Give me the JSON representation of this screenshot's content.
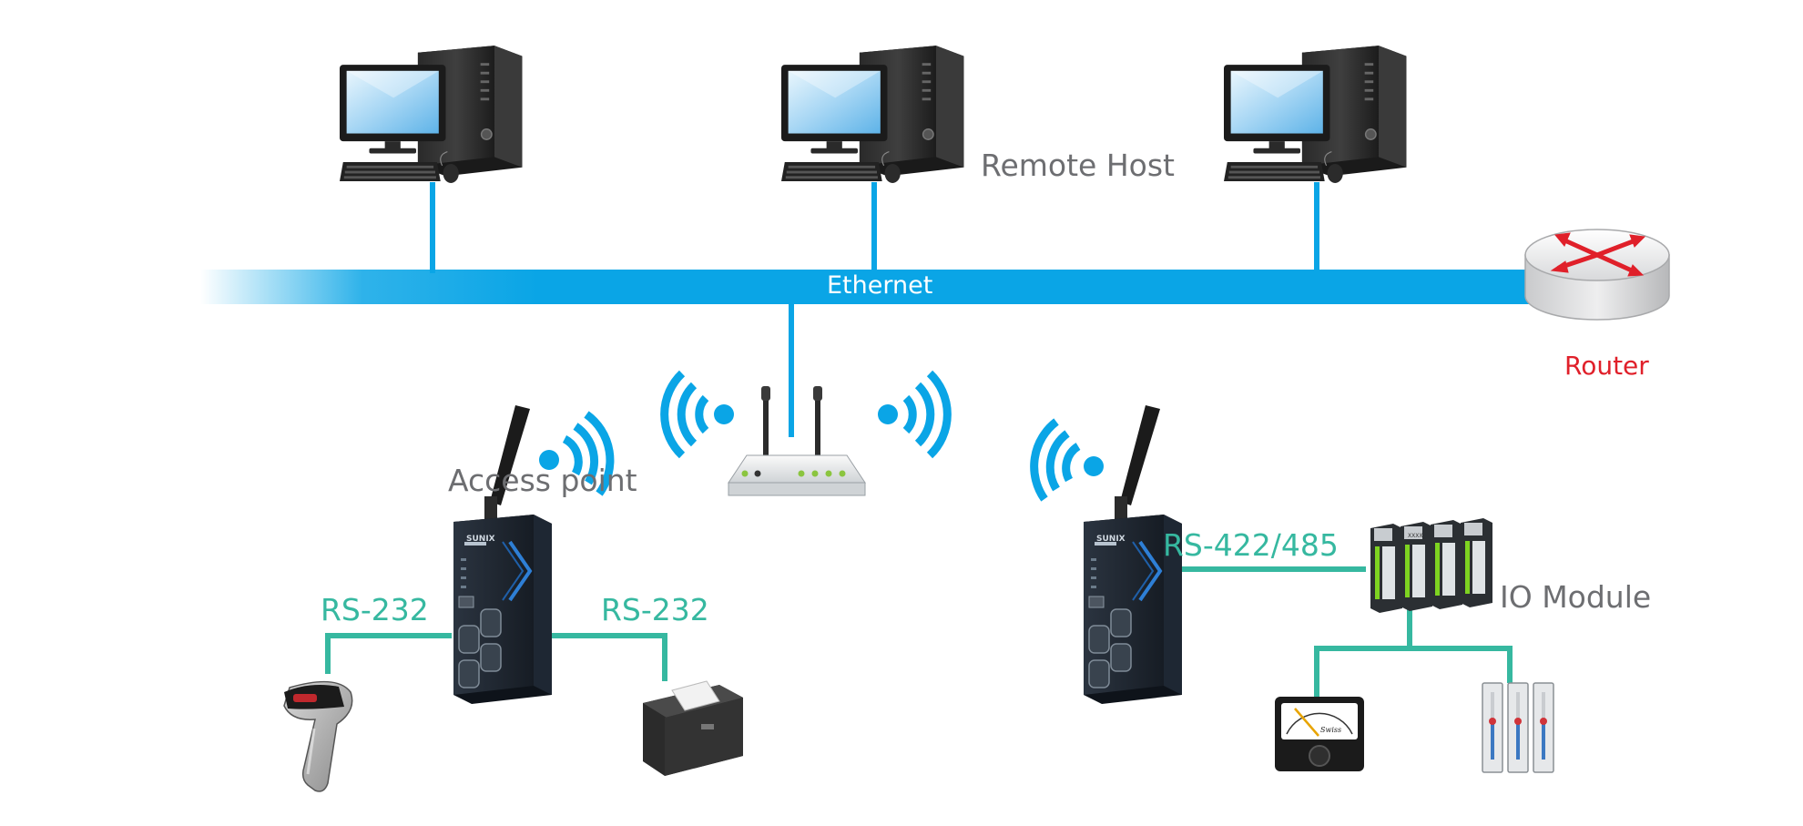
{
  "labels": {
    "remote_host": "Remote Host",
    "ethernet": "Ethernet",
    "router": "Router",
    "access_point": "Access point",
    "rs232_left": "RS-232",
    "rs232_right": "RS-232",
    "rs422_485": "RS-422/485",
    "io_module": "IO Module"
  },
  "device_texts": {
    "server_brand_1": "SUNIX",
    "server_brand_2": "SUNIX",
    "io_brand": "XXXX",
    "meter_brand": "Swiss"
  },
  "colors": {
    "ethernet_blue": "#0aa5e6",
    "serial_teal": "#36b8a0",
    "router_red": "#e0202a",
    "label_gray": "#6d6e71"
  },
  "icons": [
    "desktop-computer-icon",
    "router-icon",
    "wireless-access-point-icon",
    "wifi-signal-icon",
    "serial-device-server-icon",
    "barcode-scanner-icon",
    "receipt-printer-icon",
    "io-module-icon",
    "analog-meter-icon",
    "thermometer-icon"
  ]
}
